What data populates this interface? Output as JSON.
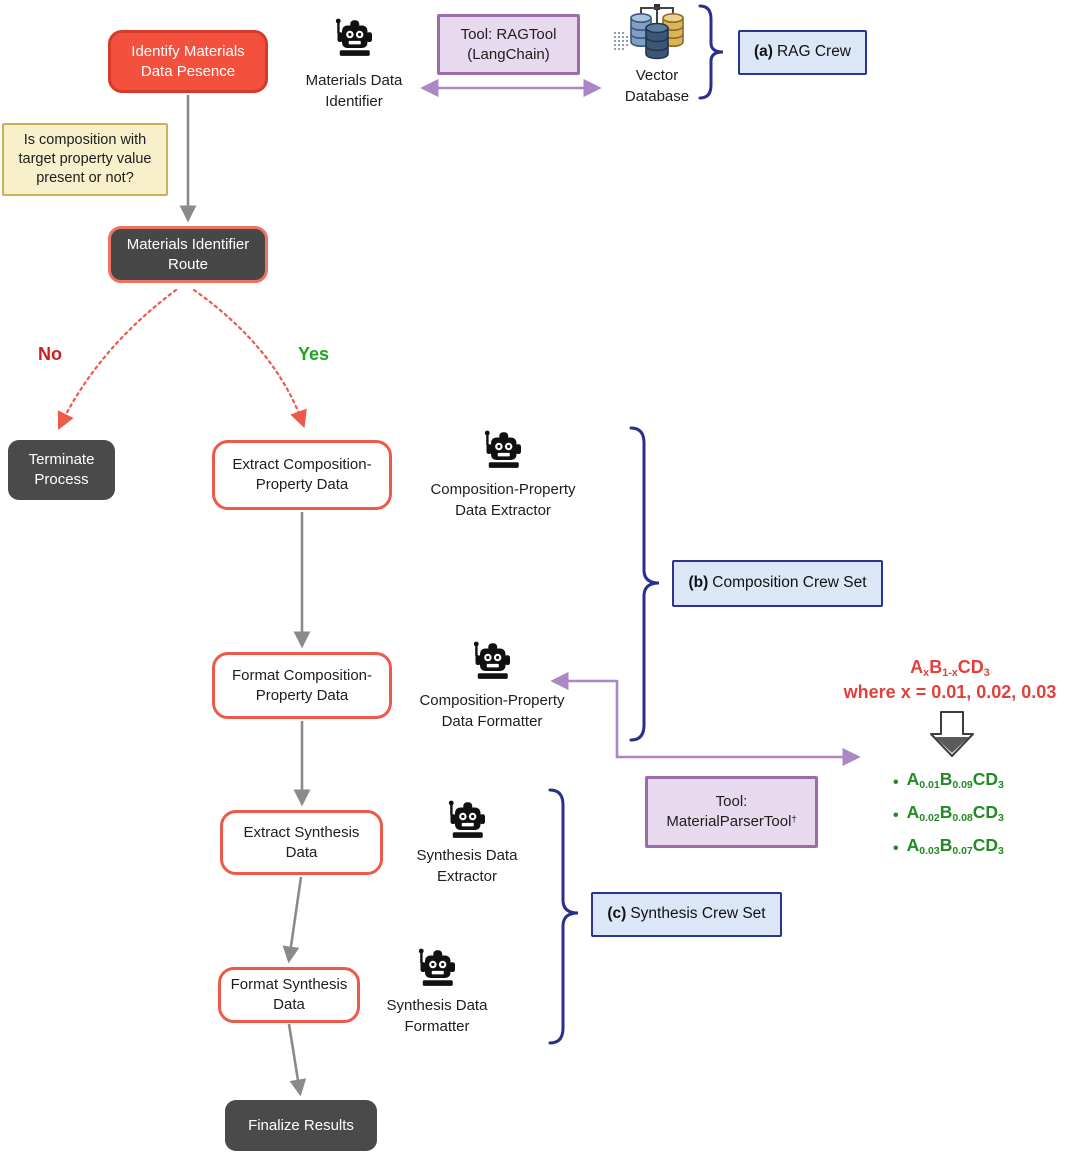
{
  "flow": {
    "identify": "Identify Materials Data Pesence",
    "question": "Is composition with target property value present or not?",
    "route": "Materials Identifier Route",
    "no_label": "No",
    "yes_label": "Yes",
    "terminate": "Terminate Process",
    "extract_comp": "Extract Composition-Property Data",
    "format_comp": "Format Composition-Property Data",
    "extract_synth": "Extract Synthesis Data",
    "format_synth": "Format Synthesis Data",
    "finalize": "Finalize Results"
  },
  "agents": {
    "identifier": "Materials Data Identifier",
    "comp_extractor": "Composition-Property Data Extractor",
    "comp_formatter": "Composition-Property Data Formatter",
    "synth_extractor": "Synthesis Data Extractor",
    "synth_formatter": "Synthesis Data Formatter"
  },
  "tools": {
    "rag": "Tool: RAGTool (LangChain)",
    "parser_line1": "Tool:",
    "parser_line2": "MaterialParserTool",
    "parser_sup": "†"
  },
  "database_label": "Vector Database",
  "crews": {
    "a": {
      "prefix": "(a)",
      "label": "RAG Crew"
    },
    "b": {
      "prefix": "(b)",
      "label": "Composition Crew Set"
    },
    "c": {
      "prefix": "(c)",
      "label": "Synthesis Crew Set"
    }
  },
  "annotation": {
    "bullet": "•",
    "formula": [
      {
        "t": "A"
      },
      {
        "s": "x"
      },
      {
        "t": "B"
      },
      {
        "s": "1-x"
      },
      {
        "t": "CD"
      },
      {
        "s": "3"
      }
    ],
    "condition": "where x = 0.01, 0.02, 0.03",
    "products": [
      [
        {
          "t": "A"
        },
        {
          "s": "0.01"
        },
        {
          "t": "B"
        },
        {
          "s": "0.09"
        },
        {
          "t": "CD"
        },
        {
          "s": "3"
        }
      ],
      [
        {
          "t": "A"
        },
        {
          "s": "0.02"
        },
        {
          "t": "B"
        },
        {
          "s": "0.08"
        },
        {
          "t": "CD"
        },
        {
          "s": "3"
        }
      ],
      [
        {
          "t": "A"
        },
        {
          "s": "0.03"
        },
        {
          "t": "B"
        },
        {
          "s": "0.07"
        },
        {
          "t": "CD"
        },
        {
          "s": "3"
        }
      ]
    ]
  },
  "colors": {
    "node_red_fill": "#f4503e",
    "node_red_border": "#d63a29",
    "node_dark": "#4a4a4a",
    "red_outline": "#ee5a4a",
    "yellow_fill": "#f8f0ca",
    "yellow_border": "#c7b25a",
    "purple_fill": "#e7daee",
    "purple_border": "#9a6cac",
    "purple_arrow": "#ab87c3",
    "crew_fill": "#dbe6f7",
    "navy": "#28308f",
    "gray_arrow": "#8a8a8a",
    "no_red": "#cf1c1c",
    "yes_green": "#1ea51e",
    "formula_red": "#e2403b",
    "formula_green": "#238b23"
  }
}
